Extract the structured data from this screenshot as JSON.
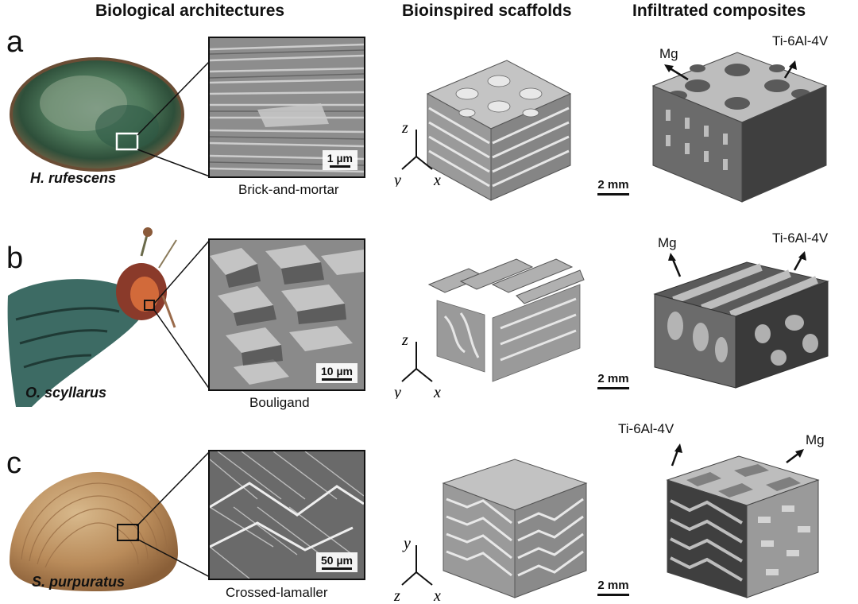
{
  "headers": {
    "biological": "Biological architectures",
    "scaffolds": "Bioinspired scaffolds",
    "composites": "Infiltrated composites"
  },
  "rows": [
    {
      "letter": "a",
      "species": "H. rufescens",
      "structure": "Brick-and-mortar",
      "scale": "1 µm",
      "scaffold_scale": "2 mm",
      "mat_left": "Mg",
      "mat_right": "Ti-6Al-4V"
    },
    {
      "letter": "b",
      "species": "O. scyllarus",
      "structure": "Bouligand",
      "scale": "10 µm",
      "scaffold_scale": "2 mm",
      "mat_left": "Mg",
      "mat_right": "Ti-6Al-4V"
    },
    {
      "letter": "c",
      "species": "S. purpuratus",
      "structure": "Crossed-lamaller",
      "scale": "50 µm",
      "scaffold_scale": "2 mm",
      "mat_left": "Ti-6Al-4V",
      "mat_right": "Mg"
    }
  ],
  "axes": {
    "z": "z",
    "y": "y",
    "x": "x"
  },
  "colors": {
    "scaffold": "#9a9a9a",
    "mg": "#5a5a5a",
    "ti": "#bdbdbd"
  }
}
